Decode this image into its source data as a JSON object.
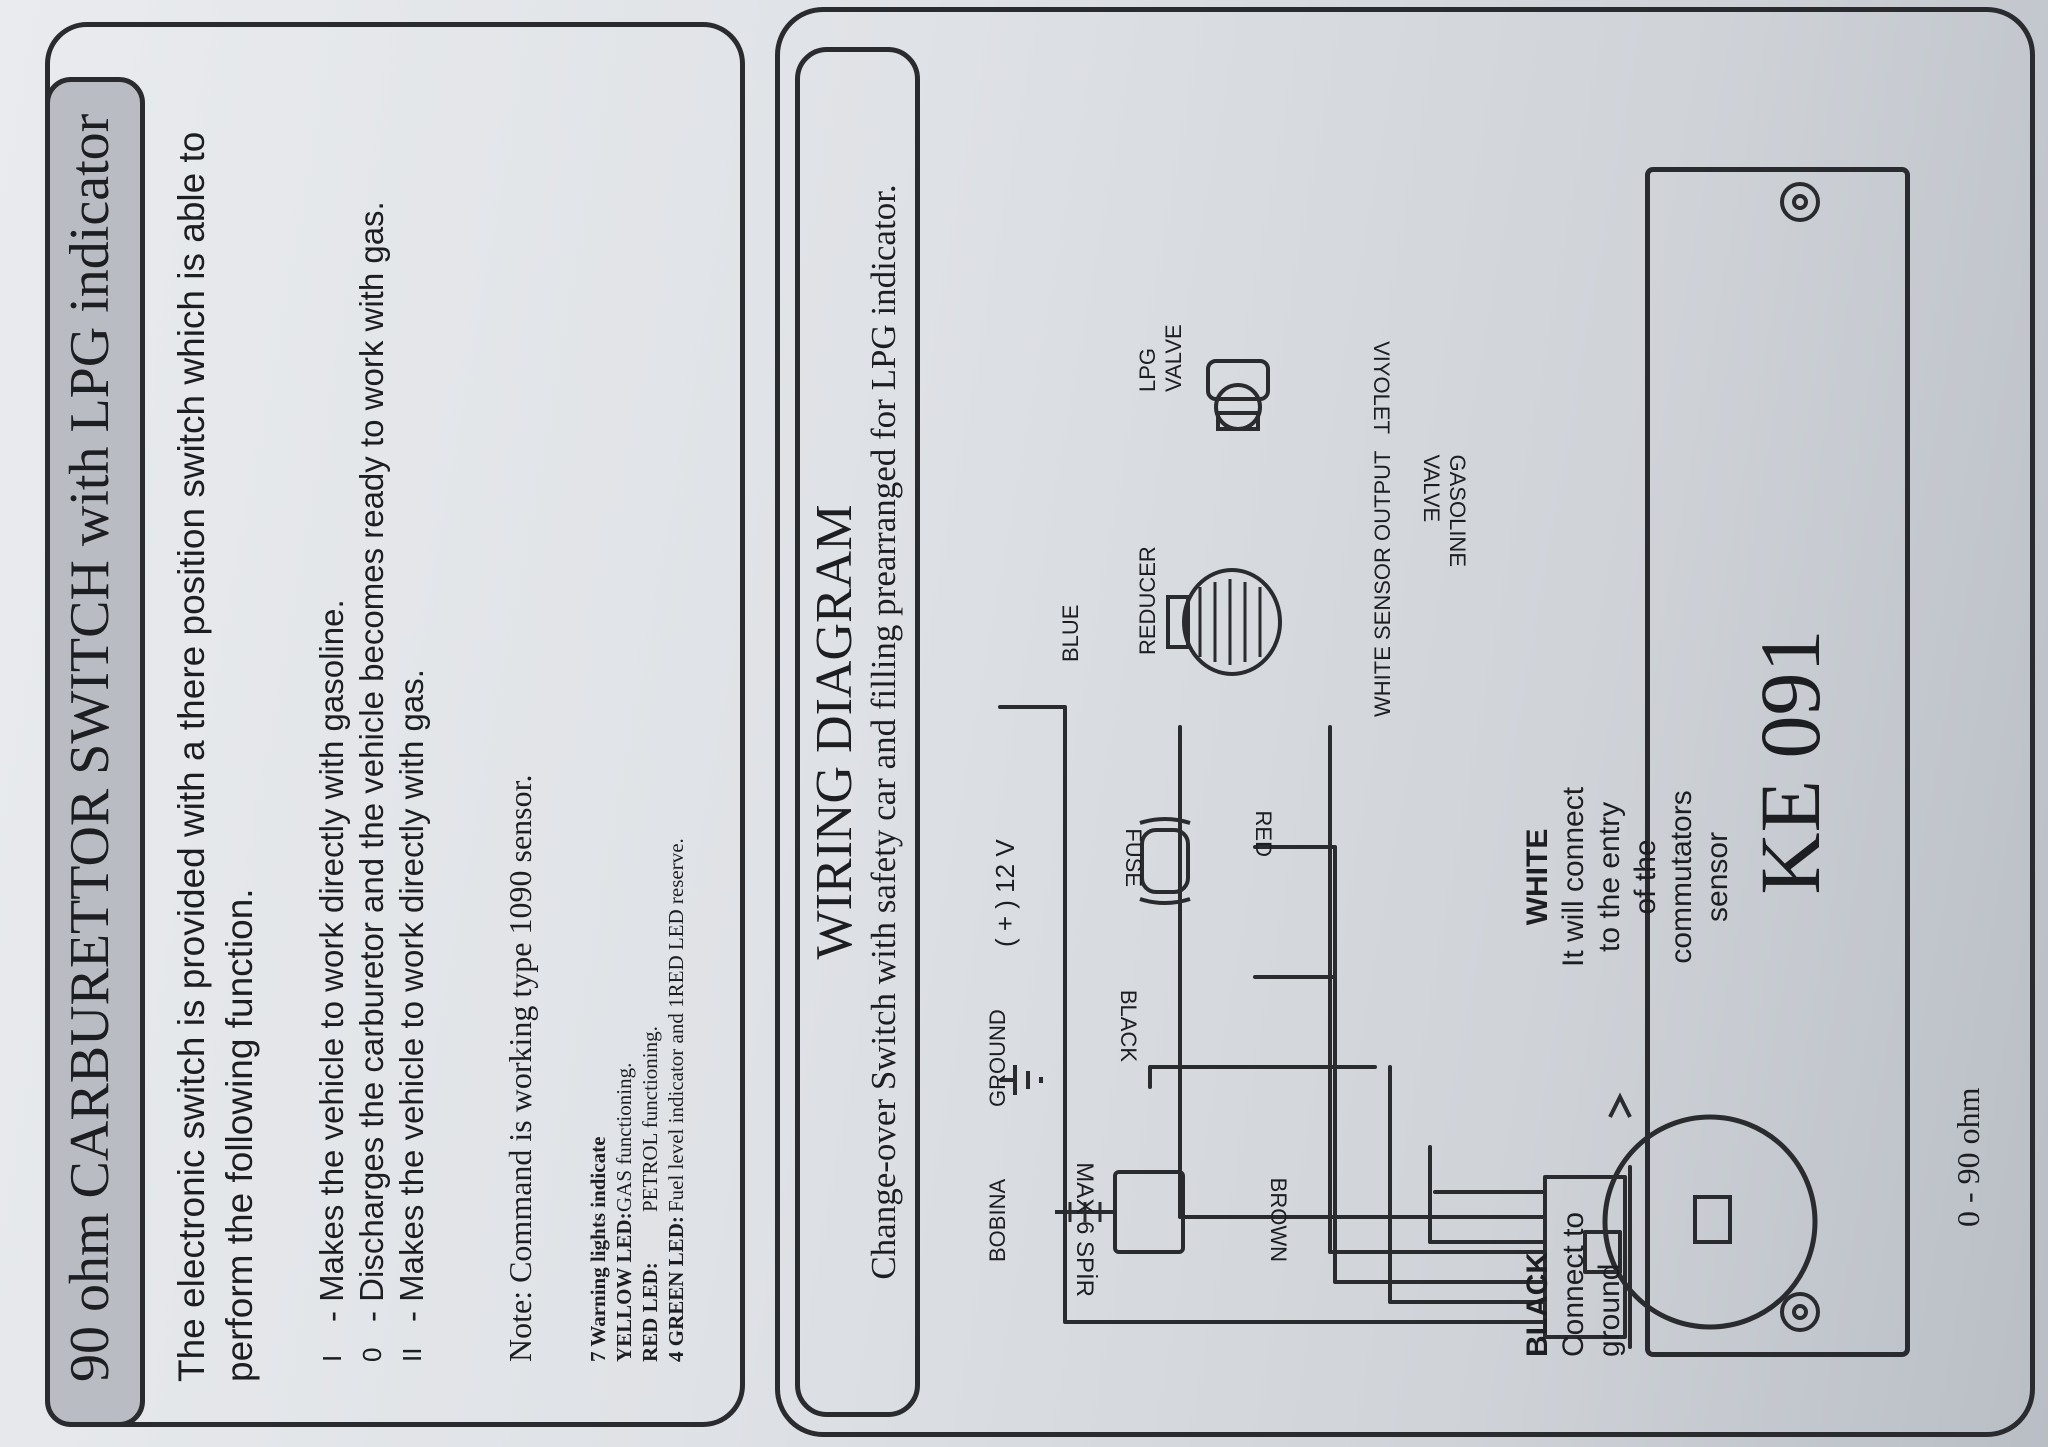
{
  "header": {
    "title": "90 ohm CARBURETTOR SWITCH with LPG indicator"
  },
  "intro": "The electronic switch is provided with a there position switch which is able to perform the following function.",
  "functions": [
    {
      "code": "I",
      "text": "- Makes the vehicle to work directly with gasoline."
    },
    {
      "code": "0",
      "text": "- Discharges the carburetor and the vehicle becomes ready to work with gas."
    },
    {
      "code": "II",
      "text": "- Makes the vehicle to work directly with gas."
    }
  ],
  "note": "Note:   Command is working type 1090 sensor.",
  "warnings": {
    "heading": "7 Warning lights indicate",
    "items": [
      {
        "label": "YELLOW LED:",
        "text": "GAS functioning."
      },
      {
        "label": "RED LED:",
        "text": "PETROL functioning."
      },
      {
        "label": "4 GREEN LED:",
        "text": "Fuel level indicator and 1RED LED reserve."
      }
    ]
  },
  "wiring": {
    "title": "WIRING DIAGRAM",
    "subtitle": "Change-over Switch with safety car and filling prearranged for LPG indicator.",
    "labels": {
      "plus12v": "( + ) 12 V",
      "ground": "GROUND",
      "bobina": "BOBINA",
      "reducer": "REDUCER",
      "lpg_valve_1": "LPG",
      "lpg_valve_2": "VALVE",
      "gasoline_valve_1": "GASOLINE",
      "gasoline_valve_2": "VALVE",
      "fuse": "FUSE",
      "red": "RED",
      "black_wire": "BLACK",
      "brown": "BROWN",
      "blue": "BLUE",
      "violet": "VIYOLET",
      "white_sensor": "WHITE   SENSOR OUTPUT",
      "max": "MAX 6 SPİR",
      "model": "KE 091",
      "white_title": "WHITE",
      "white_desc": [
        "It will connect",
        "to the entry",
        "of the",
        "commutators",
        "sensor"
      ],
      "black_title": "BLACK",
      "black_desc": [
        "Connect to",
        "ground"
      ],
      "range": "0 - 90 ohm"
    }
  }
}
